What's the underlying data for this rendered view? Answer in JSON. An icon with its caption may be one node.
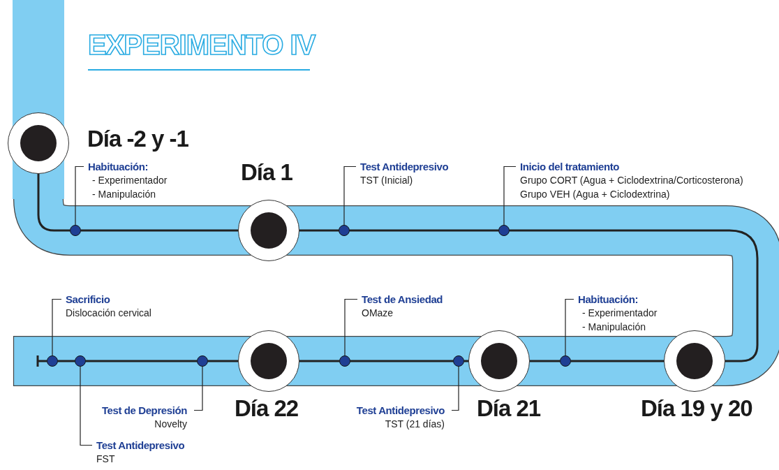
{
  "diagram": {
    "title": "EXPERIMENTO IV",
    "nodes": [
      {
        "text": [],
        "shape": "circle",
        "beside": [
          "Día -2 y -1"
        ]
      },
      {
        "text": [],
        "shape": "circle"
      },
      {
        "text": [],
        "shape": "circle",
        "beside": [
          "Día 1"
        ]
      },
      {
        "text": [],
        "shape": "circle"
      },
      {
        "text": [],
        "shape": "circle"
      },
      {
        "text": [],
        "shape": "circle",
        "beside": [
          "Día 19 y 20"
        ]
      },
      {
        "text": [],
        "shape": "circle"
      },
      {
        "text": [],
        "shape": "circle",
        "beside": [
          "Día 21"
        ]
      },
      {
        "text": [],
        "shape": "circle"
      },
      {
        "text": [],
        "shape": "circle"
      },
      {
        "text": [],
        "shape": "circle",
        "beside": [
          "Día 22"
        ]
      },
      {
        "text": [],
        "shape": "circle"
      },
      {
        "text": [],
        "shape": "circle"
      },
      {
        "text": [],
        "shape": "circle"
      },
      {
        "text": [
          "Habituación:",
          "- Experimentador",
          "- Manipulación"
        ]
      },
      {
        "text": [
          "Test Antidepresivo",
          "TST (Inicial)"
        ]
      },
      {
        "text": [
          "Inicio del tratamiento",
          "Grupo CORT (Agua + Ciclodextrina/Corticosterona)",
          "Grupo VEH (Agua + Ciclodextrina)"
        ]
      },
      {
        "text": [
          "Habituación:",
          "- Experimentador",
          "- Manipulación"
        ]
      },
      {
        "text": [
          "Test Antidepresivo",
          "TST (21 días)"
        ]
      },
      {
        "text": [
          "Test de Ansiedad",
          "OMaze"
        ]
      },
      {
        "text": [
          "Test de Depresión",
          "Novelty"
        ]
      },
      {
        "text": [
          "Test Antidepresivo",
          "FST"
        ]
      },
      {
        "text": [
          "Sacrificio",
          "Dislocación cervical"
        ]
      }
    ],
    "edges": [
      {
        "from": 0,
        "to": 1,
        "arrow": "none"
      },
      {
        "from": 1,
        "to": 2,
        "arrow": "none"
      },
      {
        "from": 2,
        "to": 3,
        "arrow": "none"
      },
      {
        "from": 3,
        "to": 4,
        "arrow": "none"
      },
      {
        "from": 4,
        "to": 5,
        "arrow": "none"
      },
      {
        "from": 5,
        "to": 6,
        "arrow": "none"
      },
      {
        "from": 6,
        "to": 7,
        "arrow": "none"
      },
      {
        "from": 7,
        "to": 8,
        "arrow": "none"
      },
      {
        "from": 8,
        "to": 9,
        "arrow": "none"
      },
      {
        "from": 9,
        "to": 10,
        "arrow": "none"
      },
      {
        "from": 10,
        "to": 11,
        "arrow": "none"
      },
      {
        "from": 11,
        "to": 12,
        "arrow": "none"
      },
      {
        "from": 12,
        "to": 13,
        "arrow": "none"
      },
      {
        "from": 14,
        "to": 1,
        "arrow": "none"
      },
      {
        "from": 15,
        "to": 3,
        "arrow": "none"
      },
      {
        "from": 16,
        "to": 4,
        "arrow": "none"
      },
      {
        "from": 17,
        "to": 6,
        "arrow": "none"
      },
      {
        "from": 18,
        "to": 8,
        "arrow": "none"
      },
      {
        "from": 19,
        "to": 9,
        "arrow": "none"
      },
      {
        "from": 20,
        "to": 11,
        "arrow": "none"
      },
      {
        "from": 21,
        "to": 12,
        "arrow": "none"
      },
      {
        "from": 22,
        "to": 13,
        "arrow": "none"
      }
    ]
  }
}
